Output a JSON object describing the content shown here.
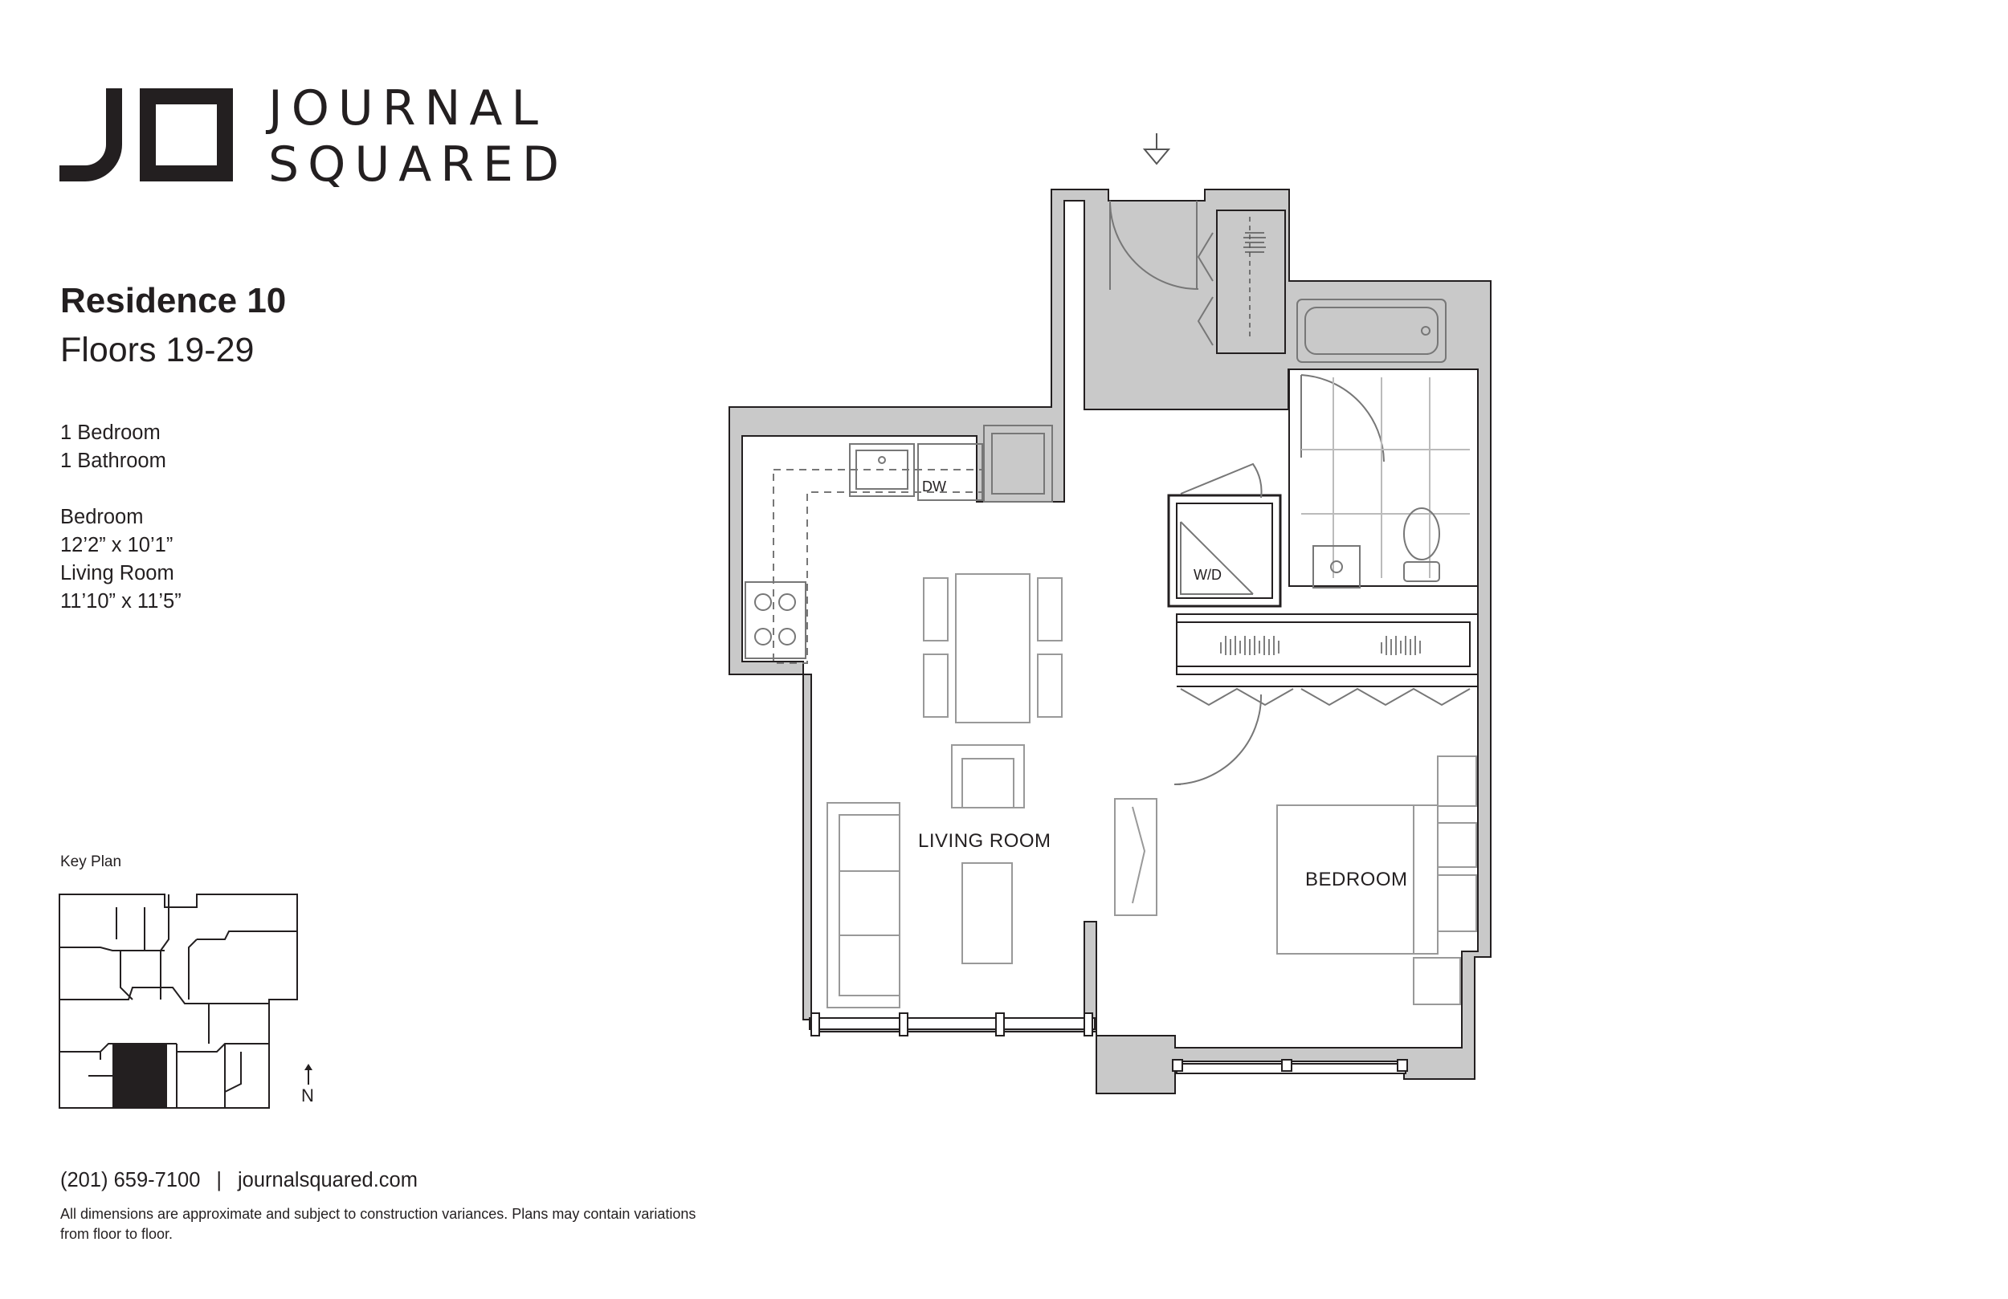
{
  "brand": {
    "name_line1": "JOURNAL",
    "name_line2": "SQUARED",
    "monogram": "JO"
  },
  "residence": {
    "title": "Residence 10",
    "floors": "Floors 19-29"
  },
  "specs": {
    "bedrooms": "1 Bedroom",
    "bathrooms": "1 Bathroom",
    "bedroom_label": "Bedroom",
    "bedroom_size": "12’2” x 10’1”",
    "living_label": "Living Room",
    "living_size": "11’10” x 11’5”"
  },
  "key_plan": {
    "label": "Key Plan",
    "north": "N"
  },
  "rooms": {
    "living": "LIVING ROOM",
    "bedroom": "BEDROOM",
    "dishwasher": "DW",
    "washer_dryer": "W/D"
  },
  "contact": {
    "phone": "(201) 659-7100",
    "separator": "|",
    "website": "journalsquared.com"
  },
  "disclaimer": "All dimensions are approximate and subject to construction variances. Plans may contain variations from floor to floor.",
  "colors": {
    "ink": "#231f20",
    "wall_fill": "#c9c9c9",
    "line": "#9a9a9a",
    "unit_highlight": "#231f20"
  },
  "icons": [
    "entry-arrow-icon",
    "north-arrow-icon"
  ]
}
